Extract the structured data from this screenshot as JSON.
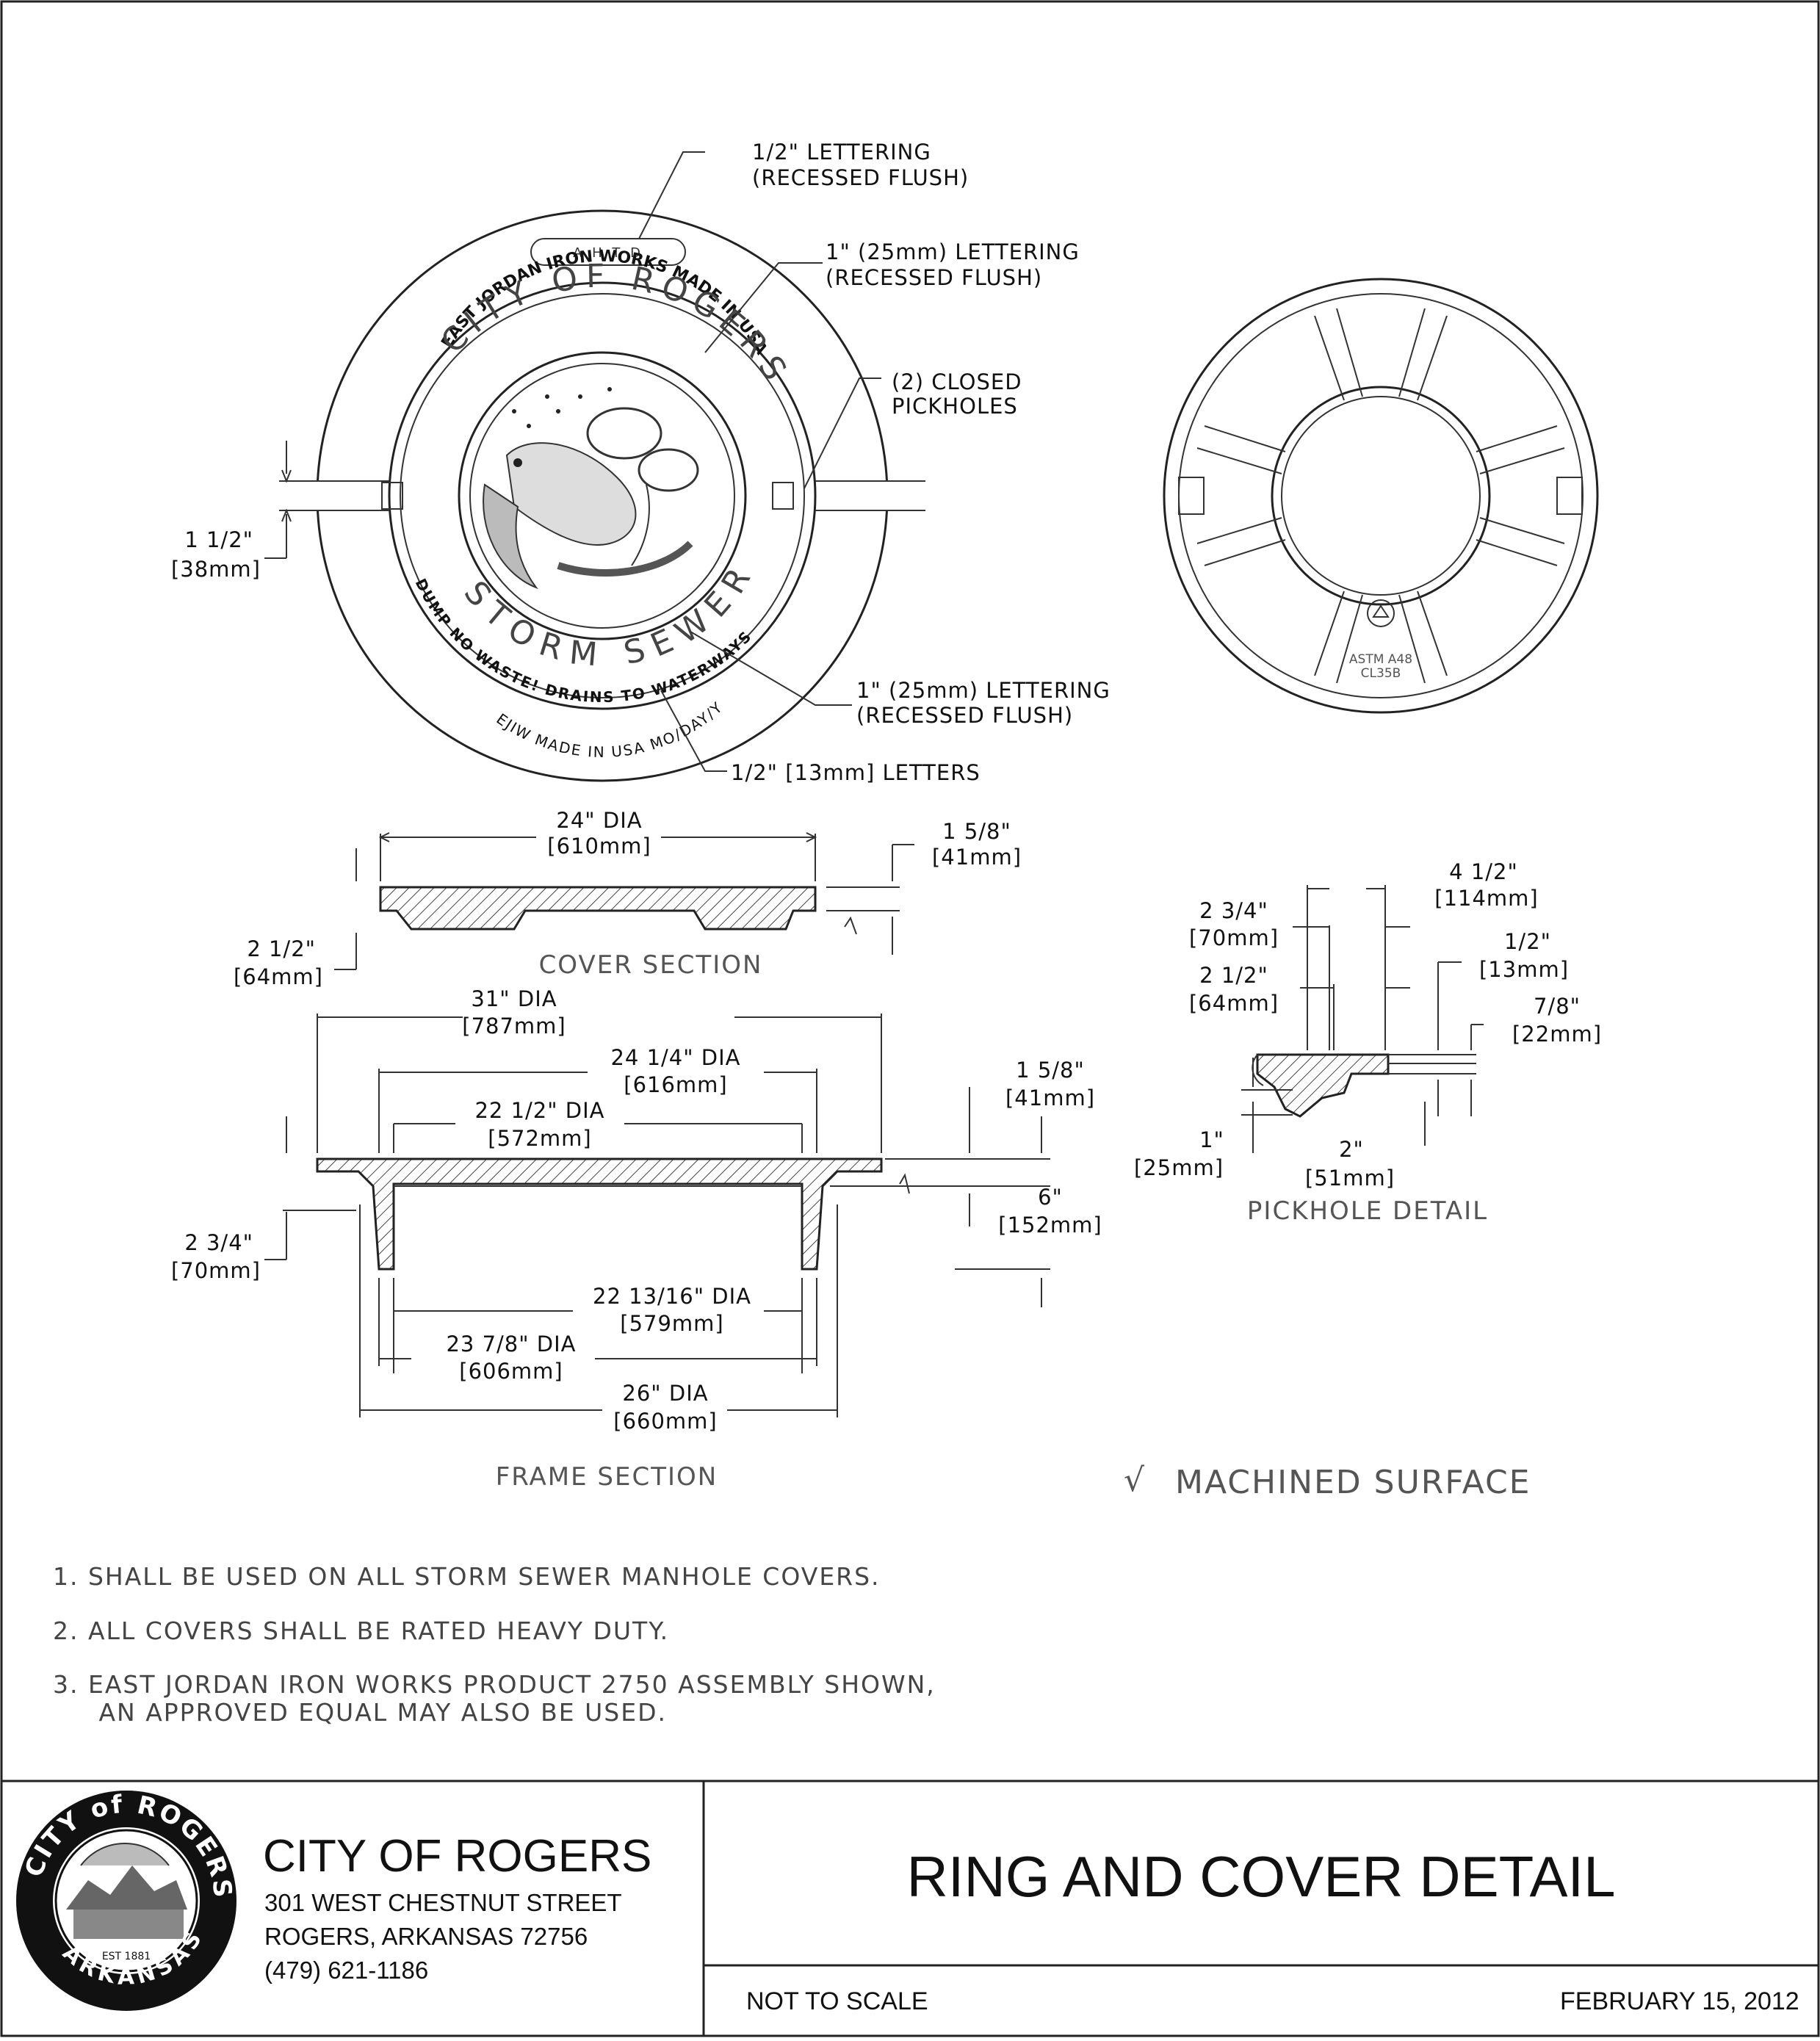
{
  "plan_view": {
    "callout_half_lettering": [
      "1/2\" LETTERING",
      "(RECESSED FLUSH)"
    ],
    "callout_1in_lettering_top": [
      "1\" (25mm) LETTERING",
      "(RECESSED FLUSH)"
    ],
    "callout_pickholes": [
      "(2) CLOSED",
      "PICKHOLES"
    ],
    "callout_1in_lettering_bottom": [
      "1\" (25mm) LETTERING",
      "(RECESSED FLUSH)"
    ],
    "callout_half_letters": "1/2\" [13mm] LETTERS",
    "dim_thickness": [
      "1 1/2\"",
      "[38mm]"
    ],
    "cover_texts": {
      "ahtd": "A H T D",
      "ejiw": "EAST JORDAN IRON WORKS  MADE IN USA",
      "city": "CITY OF ROGERS",
      "storm": "STORM SEWER",
      "dump": "DUMP NO WASTE! DRAINS TO WATERWAYS",
      "bottom": "EJIW  MADE IN USA  MO/DAY/YR"
    }
  },
  "underside_view": {
    "material_line1": "ASTM A48",
    "material_line2": "CL35B"
  },
  "cover_section": {
    "caption": "COVER SECTION",
    "dim_dia": [
      "24\" DIA",
      "[610mm]"
    ],
    "dim_height": [
      "1 5/8\"",
      "[41mm]"
    ],
    "dim_left": [
      "2 1/2\"",
      "[64mm]"
    ]
  },
  "frame_section": {
    "caption": "FRAME SECTION",
    "dim_31": [
      "31\" DIA",
      "[787mm]"
    ],
    "dim_24q": [
      "24 1/4\" DIA",
      "[616mm]"
    ],
    "dim_22h": [
      "22 1/2\" DIA",
      "[572mm]"
    ],
    "dim_flange": [
      "1 5/8\"",
      "[41mm]"
    ],
    "dim_6": [
      "6\"",
      "[152mm]"
    ],
    "dim_left": [
      "2 3/4\"",
      "[70mm]"
    ],
    "dim_22_13": [
      "22 13/16\" DIA",
      "[579mm]"
    ],
    "dim_23_7": [
      "23 7/8\" DIA",
      "[606mm]"
    ],
    "dim_26": [
      "26\" DIA",
      "[660mm]"
    ]
  },
  "pickhole_detail": {
    "caption": "PICKHOLE DETAIL",
    "dim_4h": [
      "4 1/2\"",
      "[114mm]"
    ],
    "dim_2q": [
      "2 3/4\"",
      "[70mm]"
    ],
    "dim_2h": [
      "2 1/2\"",
      "[64mm]"
    ],
    "dim_half": [
      "1/2\"",
      "[13mm]"
    ],
    "dim_7_8": [
      "7/8\"",
      "[22mm]"
    ],
    "dim_1": [
      "1\"",
      "[25mm]"
    ],
    "dim_2": [
      "2\"",
      "[51mm]"
    ]
  },
  "legend": {
    "symbol": "√",
    "text": "MACHINED  SURFACE"
  },
  "notes": [
    "1.  SHALL BE USED ON ALL STORM SEWER MANHOLE COVERS.",
    "2.  ALL COVERS SHALL BE RATED HEAVY DUTY.",
    "3.  EAST JORDAN IRON WORKS PRODUCT 2750 ASSEMBLY SHOWN,",
    "     AN APPROVED EQUAL MAY ALSO BE USED."
  ],
  "title_block": {
    "seal_top": "CITY of ROGERS",
    "seal_bottom": "ARKANSAS",
    "seal_est": "EST 1881",
    "org_name": "CITY OF ROGERS",
    "address1": "301 WEST CHESTNUT STREET",
    "address2": "ROGERS, ARKANSAS  72756",
    "phone": "(479) 621-1186",
    "drawing_title": "RING AND COVER DETAIL",
    "scale": "NOT TO SCALE",
    "date": "FEBRUARY 15, 2012"
  }
}
